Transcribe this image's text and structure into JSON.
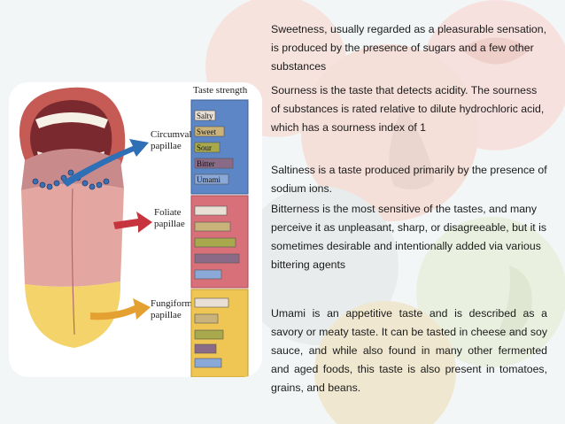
{
  "figure": {
    "header": "Taste strength",
    "labels": {
      "circumvallate_1": "Circumvallate",
      "circumvallate_2": "papillae",
      "foliate_1": "Foliate",
      "foliate_2": "papillae",
      "fungiform_1": "Fungiform",
      "fungiform_2": "papillae"
    },
    "tastes": [
      "Salty",
      "Sweet",
      "Sour",
      "Bitter",
      "Umami"
    ],
    "colors": {
      "salty": "#e8e0d4",
      "sweet": "#c9b37a",
      "sour": "#a7a94c",
      "bitter": "#8a6a86",
      "umami": "#8aa8d8",
      "panel_top": "#5c86c6",
      "panel_mid": "#d8707a",
      "panel_bottom": "#efc553",
      "arrow_blue": "#2f6fb6",
      "arrow_red": "#c8343d",
      "arrow_orange": "#e4a030"
    }
  },
  "text": {
    "sweetness": "Sweetness, usually regarded as a pleasurable sensation, is produced by the presence of sugars and a few other substances",
    "sourness": "Sourness is the taste that detects acidity. The sourness of substances is rated relative to dilute hydrochloric acid, which has a sourness index of 1",
    "saltiness": "Saltiness is a taste produced primarily by the presence of sodium ions.",
    "bitterness": "Bitterness is the most sensitive of the tastes, and many perceive it as unpleasant, sharp, or disagreeable, but it is sometimes desirable and intentionally added via various bittering agents",
    "umami": "Umami is an appetitive taste and is described as a savory or meaty taste. It can be tasted in cheese and soy sauce, and while also found in many other fermented and aged foods, this taste is also present in tomatoes, grains, and beans."
  }
}
